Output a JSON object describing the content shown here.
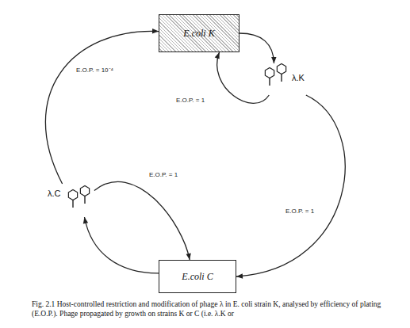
{
  "diagram": {
    "caption": "Fig. 2.1 Host-controlled restriction and modification of phage λ in E. coli strain K, analysed by efficiency of plating (E.O.P.). Phage propagated by growth on strains K or C (i.e. λ.K or",
    "nodes": [
      {
        "text": [
          "E.coli K"
        ]
      },
      {
        "text": [
          "λ.K"
        ]
      },
      {
        "text": [
          "E.coli C"
        ]
      },
      {
        "text": [
          "λ.C"
        ]
      }
    ],
    "edges": [
      {
        "from": 0,
        "to": 1,
        "arrow": "to"
      },
      {
        "from": 1,
        "to": 0,
        "label": "E.O.P. = 1",
        "arrow": "to"
      },
      {
        "from": 1,
        "to": 2,
        "label": "E.O.P. = 1",
        "arrow": "to"
      },
      {
        "from": 2,
        "to": 3,
        "arrow": "to"
      },
      {
        "from": 3,
        "to": 2,
        "label": "E.O.P. = 1",
        "arrow": "to"
      },
      {
        "from": 3,
        "to": 0,
        "label": "E.O.P. = 10⁻⁴",
        "arrow": "to"
      }
    ]
  }
}
